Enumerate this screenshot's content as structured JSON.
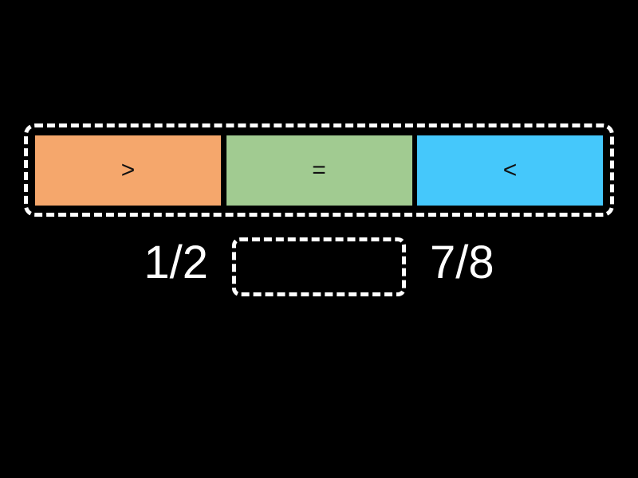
{
  "background_color": "#000000",
  "tray": {
    "tiles": [
      {
        "name": "greater-than",
        "label": ">",
        "color": "#F5A76C"
      },
      {
        "name": "equals",
        "label": "=",
        "color": "#A1CB91"
      },
      {
        "name": "less-than",
        "label": "<",
        "color": "#45C8FB"
      }
    ],
    "border_color": "#FFFFFF"
  },
  "question": {
    "left_operand": "1/2",
    "right_operand": "7/8",
    "blank_value": "",
    "text_color": "#FFFFFF"
  }
}
